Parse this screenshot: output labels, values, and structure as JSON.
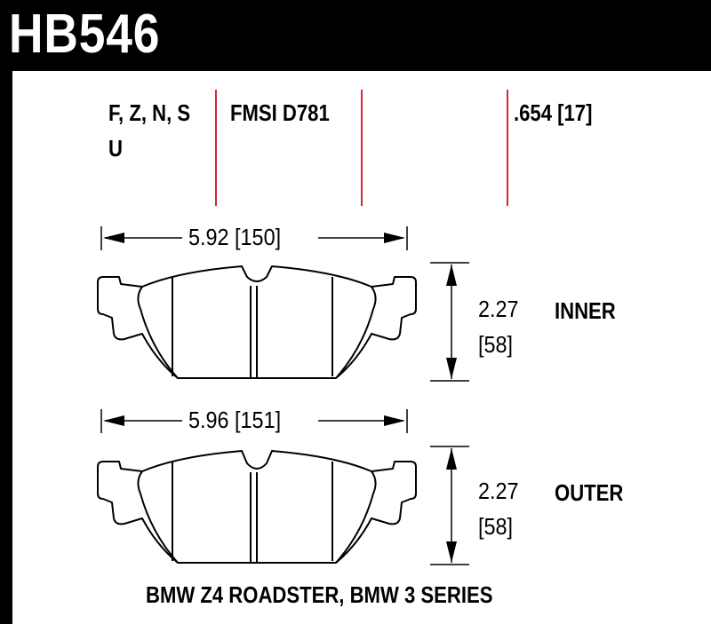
{
  "part_number": "HB546",
  "compounds": {
    "line1": "F, Z, N, S",
    "line2": "U"
  },
  "fmsi": "FMSI D781",
  "thickness": ".654 [17]",
  "inner": {
    "width": "5.92 [150]",
    "height_in": "2.27",
    "height_mm": "[58]",
    "label": "INNER"
  },
  "outer": {
    "width": "5.96 [151]",
    "height_in": "2.27",
    "height_mm": "[58]",
    "label": "OUTER"
  },
  "application": "BMW Z4 ROADSTER, BMW 3 SERIES",
  "colors": {
    "header_bg": "#000000",
    "header_text": "#ffffff",
    "divider": "#d7282f",
    "line": "#000000"
  }
}
